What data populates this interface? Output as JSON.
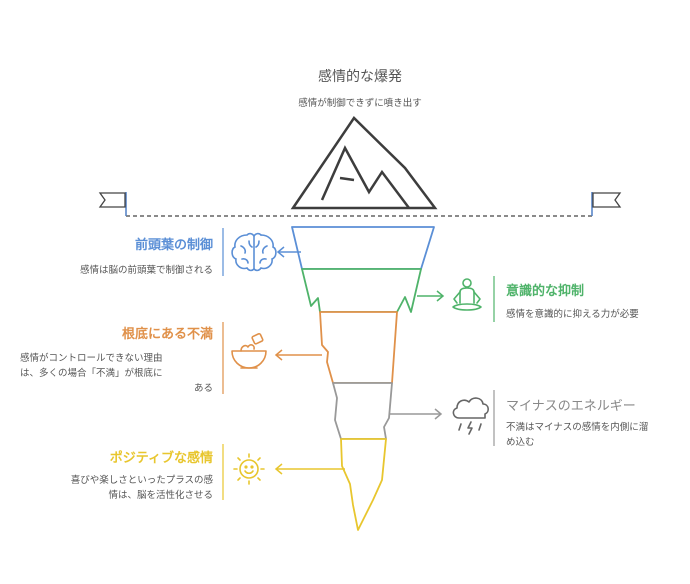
{
  "header": {
    "title": "感情的な爆発",
    "subtitle": "感情が制御できずに噴き出す"
  },
  "left": [
    {
      "title": "前頭葉の制御",
      "desc": "感情は脳の前頭葉で制御される",
      "icon": "brain-icon",
      "color": "#5b8fd6"
    },
    {
      "title": "根底にある不満",
      "desc_lines": [
        "感情がコントロールできない理由",
        "は、多くの場合「不満」が根底に",
        "ある"
      ],
      "icon": "bowl-icon",
      "color": "#e0914a"
    },
    {
      "title": "ポジティブな感情",
      "desc_lines": [
        "喜びや楽しさといったプラスの感",
        "情は、脳を活性化させる"
      ],
      "icon": "sun-icon",
      "color": "#e8c62e"
    }
  ],
  "right": [
    {
      "title": "意識的な抑制",
      "desc": "感情を意識的に抑える力が必要",
      "icon": "meditation-icon",
      "color": "#4fb36a"
    },
    {
      "title": "マイナスのエネルギー",
      "desc_lines": [
        "不満はマイナスの感情を内側に溜",
        "め込む"
      ],
      "icon": "storm-cloud-icon",
      "color": "#888888"
    }
  ],
  "colors": {
    "outline": "#3d3d3d",
    "dashed_line": "#444444",
    "flag": "#4f7fc5"
  }
}
